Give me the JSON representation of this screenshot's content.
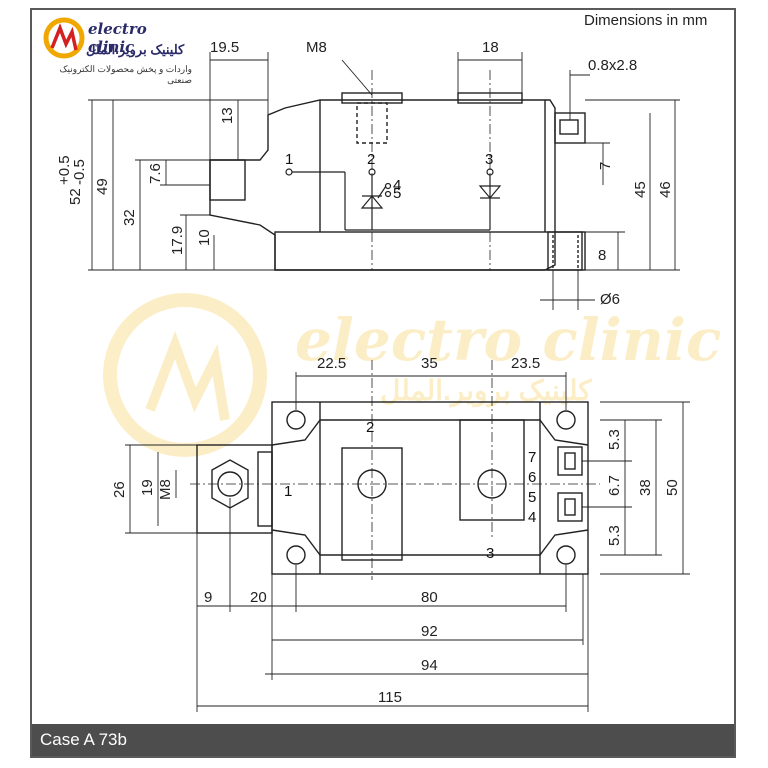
{
  "logo": {
    "brand": "electro clinic",
    "persian_name": "کلینیک برویر.الملل",
    "persian_tagline": "واردات و پخش محصولات الکترونیک صنعتی"
  },
  "header": {
    "units_note": "Dimensions in mm"
  },
  "footer": {
    "case_label": "Case A 73b"
  },
  "side_view": {
    "dims": {
      "d19_5": "19.5",
      "dM8": "M8",
      "d18": "18",
      "d0_8x2_8": "0.8x2.8",
      "d13": "13",
      "d52": "52",
      "d52_tol_plus": "+0.5",
      "d52_tol_minus": "-0.5",
      "d49": "49",
      "d7_6": "7.6",
      "d32": "32",
      "d17_9": "17.9",
      "d10": "10",
      "d7": "7",
      "d45": "45",
      "d46": "46",
      "d8": "8",
      "dphi6": "Ø6"
    },
    "pins": {
      "p1": "1",
      "p2": "2",
      "p3": "3",
      "p4": "4",
      "p5": "5"
    }
  },
  "top_view": {
    "dims": {
      "d22_5": "22.5",
      "d35": "35",
      "d23_5": "23.5",
      "d26": "26",
      "d19": "19",
      "dM8": "M8",
      "d5_3a": "5.3",
      "d6_7": "6.7",
      "d38": "38",
      "d50": "50",
      "d5_3b": "5.3",
      "d9": "9",
      "d20": "20",
      "d80": "80",
      "d92": "92",
      "d94": "94",
      "d115": "115"
    },
    "pins": {
      "p1": "1",
      "p2": "2",
      "p3": "3",
      "p4": "4",
      "p5": "5",
      "p6": "6",
      "p7": "7"
    }
  },
  "watermark": {
    "brand": "electro clinic",
    "persian_name": "کلینیک برویر.الملل"
  }
}
